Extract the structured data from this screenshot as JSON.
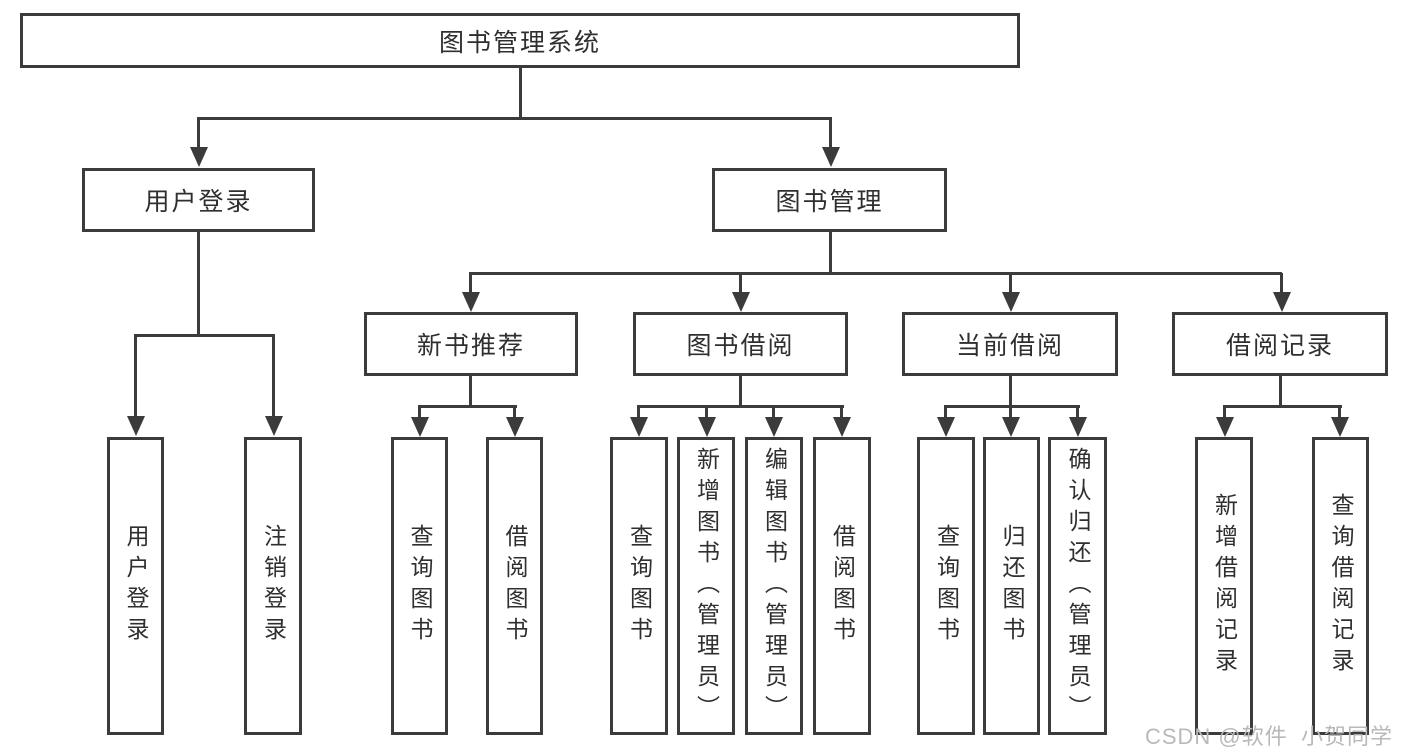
{
  "colors": {
    "line": "#3b3b3b",
    "text": "#2f2f2f",
    "background": "#ffffff",
    "watermark": "#b9b9b9"
  },
  "tree": {
    "root": {
      "label": "图书管理系统"
    },
    "branches": [
      {
        "label": "用户登录",
        "children": [
          {
            "label": "用户登录"
          },
          {
            "label": "注销登录"
          }
        ]
      },
      {
        "label": "图书管理",
        "children": [
          {
            "label": "新书推荐",
            "children": [
              {
                "label": "查询图书"
              },
              {
                "label": "借阅图书"
              }
            ]
          },
          {
            "label": "图书借阅",
            "children": [
              {
                "label": "查询图书"
              },
              {
                "label": "新增图书（管理员）"
              },
              {
                "label": "编辑图书（管理员）"
              },
              {
                "label": "借阅图书"
              }
            ]
          },
          {
            "label": "当前借阅",
            "children": [
              {
                "label": "查询图书"
              },
              {
                "label": "归还图书"
              },
              {
                "label": "确认归还（管理员）"
              }
            ]
          },
          {
            "label": "借阅记录",
            "children": [
              {
                "label": "新增借阅记录"
              },
              {
                "label": "查询借阅记录"
              }
            ]
          }
        ]
      }
    ]
  },
  "watermark": {
    "text": "CSDN @软件_小贺同学"
  }
}
